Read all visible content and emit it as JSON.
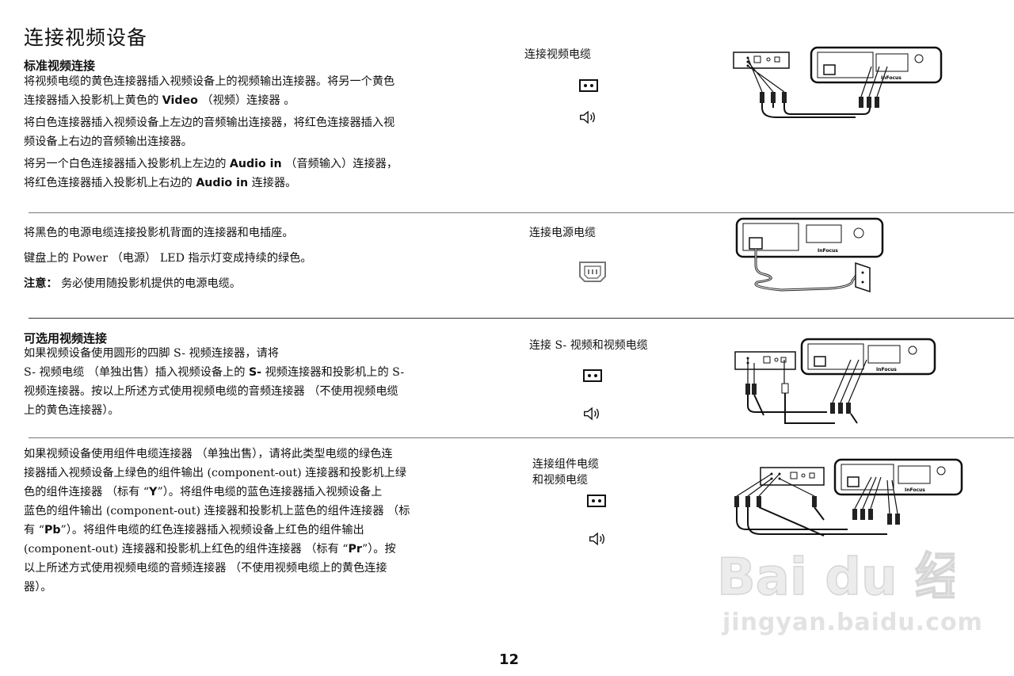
{
  "page_title": "连接视频设备",
  "page_number": "12",
  "sections": [
    {
      "heading": "标准视频连接",
      "p1": "将视频电缆的黄色连接器插入视频设备上的视频输出连接器。将另一个黄色",
      "p1b_pre": "连接器插入投影机上黄色的 ",
      "p1b_bold": "Video",
      "p1b_post": " （视频）连接器 。",
      "p2a": "将白色连接器插入视频设备上左边的音频输出连接器，将红色连接器插入视",
      "p2b": "频设备上右边的音频输出连接器。",
      "p3a_pre": "将另一个白色连接器插入投影机上左边的 ",
      "p3a_bold": "Audio in",
      "p3a_post": " （音频输入）连接器，",
      "p3b_pre": "将红色连接器插入投影机上右边的 ",
      "p3b_bold": "Audio in",
      "p3b_post": " 连接器。",
      "caption": "连接视频电缆"
    },
    {
      "p1": "将黑色的电源电缆连接投影机背面的连接器和电插座。",
      "p2": "键盘上的 Power （电源） LED 指示灯变成持续的绿色。",
      "note_label": "注意：",
      "note_text": " 务必使用随投影机提供的电源电缆。",
      "caption": "连接电源电缆"
    },
    {
      "heading": "可选用视频连接",
      "l1": "如果视频设备使用圆形的四脚 S- 视频连接器，请将",
      "l2_pre": "S- 视频电缆 （单独出售）插入视频设备上的 ",
      "l2_bold": "S-",
      "l2_post": " 视频连接器和投影机上的 S-",
      "l3": "视频连接器。按以上所述方式使用视频电缆的音频连接器 （不使用视频电缆",
      "l4": "上的黄色连接器）。",
      "caption": "连接 S- 视频和视频电缆"
    },
    {
      "l1": "如果视频设备使用组件电缆连接器 （单独出售），请将此类型电缆的绿色连",
      "l2": "接器插入视频设备上绿色的组件输出 (component-out) 连接器和投影机上绿",
      "l3_pre": "色的组件连接器 （标有 “",
      "l3_bold": "Y",
      "l3_post": "”）。将组件电缆的蓝色连接器插入视频设备上",
      "l4": "蓝色的组件输出 (component-out) 连接器和投影机上蓝色的组件连接器 （标",
      "l5_pre": "有 “",
      "l5_bold": "Pb",
      "l5_post": "”）。将组件电缆的红色连接器插入视频设备上红色的组件输出",
      "l6_pre": "(component-out) 连接器和投影机上红色的组件连接器 （标有 “",
      "l6_bold": "Pr",
      "l6_post": "”）。按",
      "l7": "以上所述方式使用视频电缆的音频连接器 （不使用视频电缆上的黄色连接",
      "l8": "器）。",
      "caption_l1": "连接组件电缆",
      "caption_l2": "和视频电缆"
    }
  ],
  "projector_label": "InFocus",
  "watermark": {
    "logo_text": "Bai du 经验",
    "url": "jingyan.baidu.com"
  }
}
